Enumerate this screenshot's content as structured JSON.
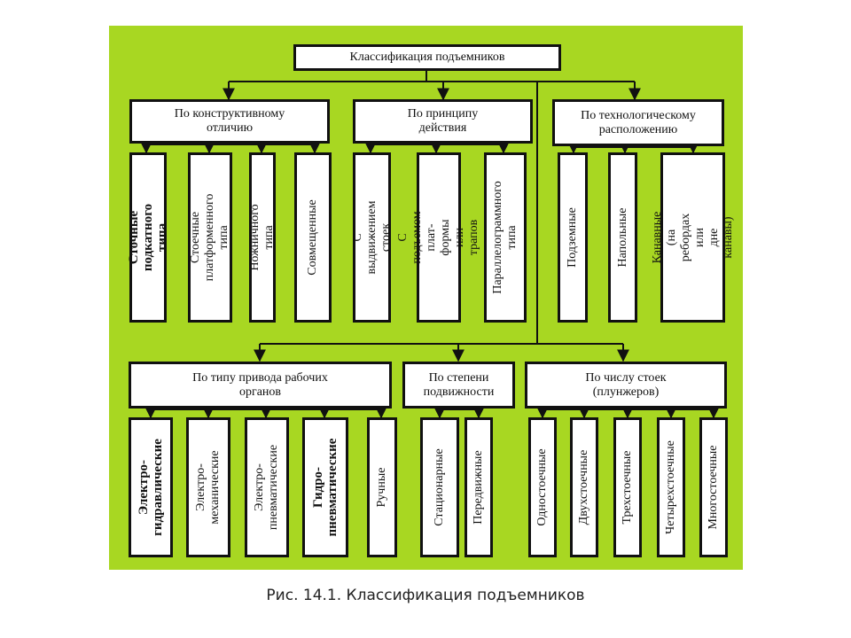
{
  "diagram": {
    "root": "Классификация подъемников",
    "groups": [
      {
        "title": "По конструктивному\nотличию",
        "items": [
          "Сточные\nподкатного типа",
          "Стоечные\nплатформенного типа",
          "Ножничного типа",
          "Совмещенные"
        ]
      },
      {
        "title": "По принципу\nдействия",
        "items": [
          "С выдвижением\nстоек",
          "С подъемом плат-\nформы или трапов",
          "Параллелограммного\nтипа"
        ]
      },
      {
        "title": "По технологическому\nрасположению",
        "items": [
          "Подземные",
          "Напольные",
          "Канавные\n(на ребордах или\nдне канавы)"
        ]
      },
      {
        "title": "По типу привода рабочих\nорганов",
        "items": [
          "Электро-\nгидравлические",
          "Электро-\nмеханические",
          "Электро-\nпневматические",
          "Гидро-\nпневматические",
          "Ручные"
        ]
      },
      {
        "title": "По степени\nподвижности",
        "items": [
          "Стационарные",
          "Передвижные"
        ]
      },
      {
        "title": "По числу стоек\n(плунжеров)",
        "items": [
          "Одностоечные",
          "Двухстоечные",
          "Трехстоечные",
          "Четырехстоечные",
          "Многостоечные"
        ]
      }
    ]
  },
  "caption": "Рис. 14.1. Классификация подъемников",
  "colors": {
    "background": "#a8d722",
    "box": "#ffffff",
    "line": "#111111"
  }
}
